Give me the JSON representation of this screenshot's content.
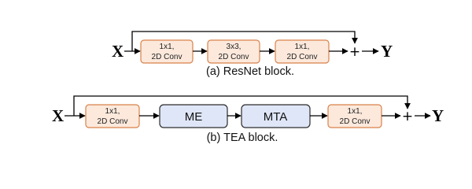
{
  "resnet": {
    "input": "X",
    "output": "Y",
    "plus": "+",
    "boxes": [
      {
        "line1": "1x1,",
        "line2": "2D Conv"
      },
      {
        "line1": "3x3,",
        "line2": "2D Conv"
      },
      {
        "line1": "1x1,",
        "line2": "2D Conv"
      }
    ],
    "caption": "(a) ResNet block."
  },
  "tea": {
    "input": "X",
    "output": "Y",
    "plus": "+",
    "conv_in": {
      "line1": "1x1,",
      "line2": "2D Conv"
    },
    "me": "ME",
    "mta": "MTA",
    "conv_out": {
      "line1": "1x1,",
      "line2": "2D Conv"
    },
    "caption": "(b) TEA block."
  },
  "colors": {
    "conv_fill": "#fce9dc",
    "conv_stroke": "#d9824a",
    "module_fill": "#dfe6f7",
    "module_stroke": "#2c2c2c"
  }
}
